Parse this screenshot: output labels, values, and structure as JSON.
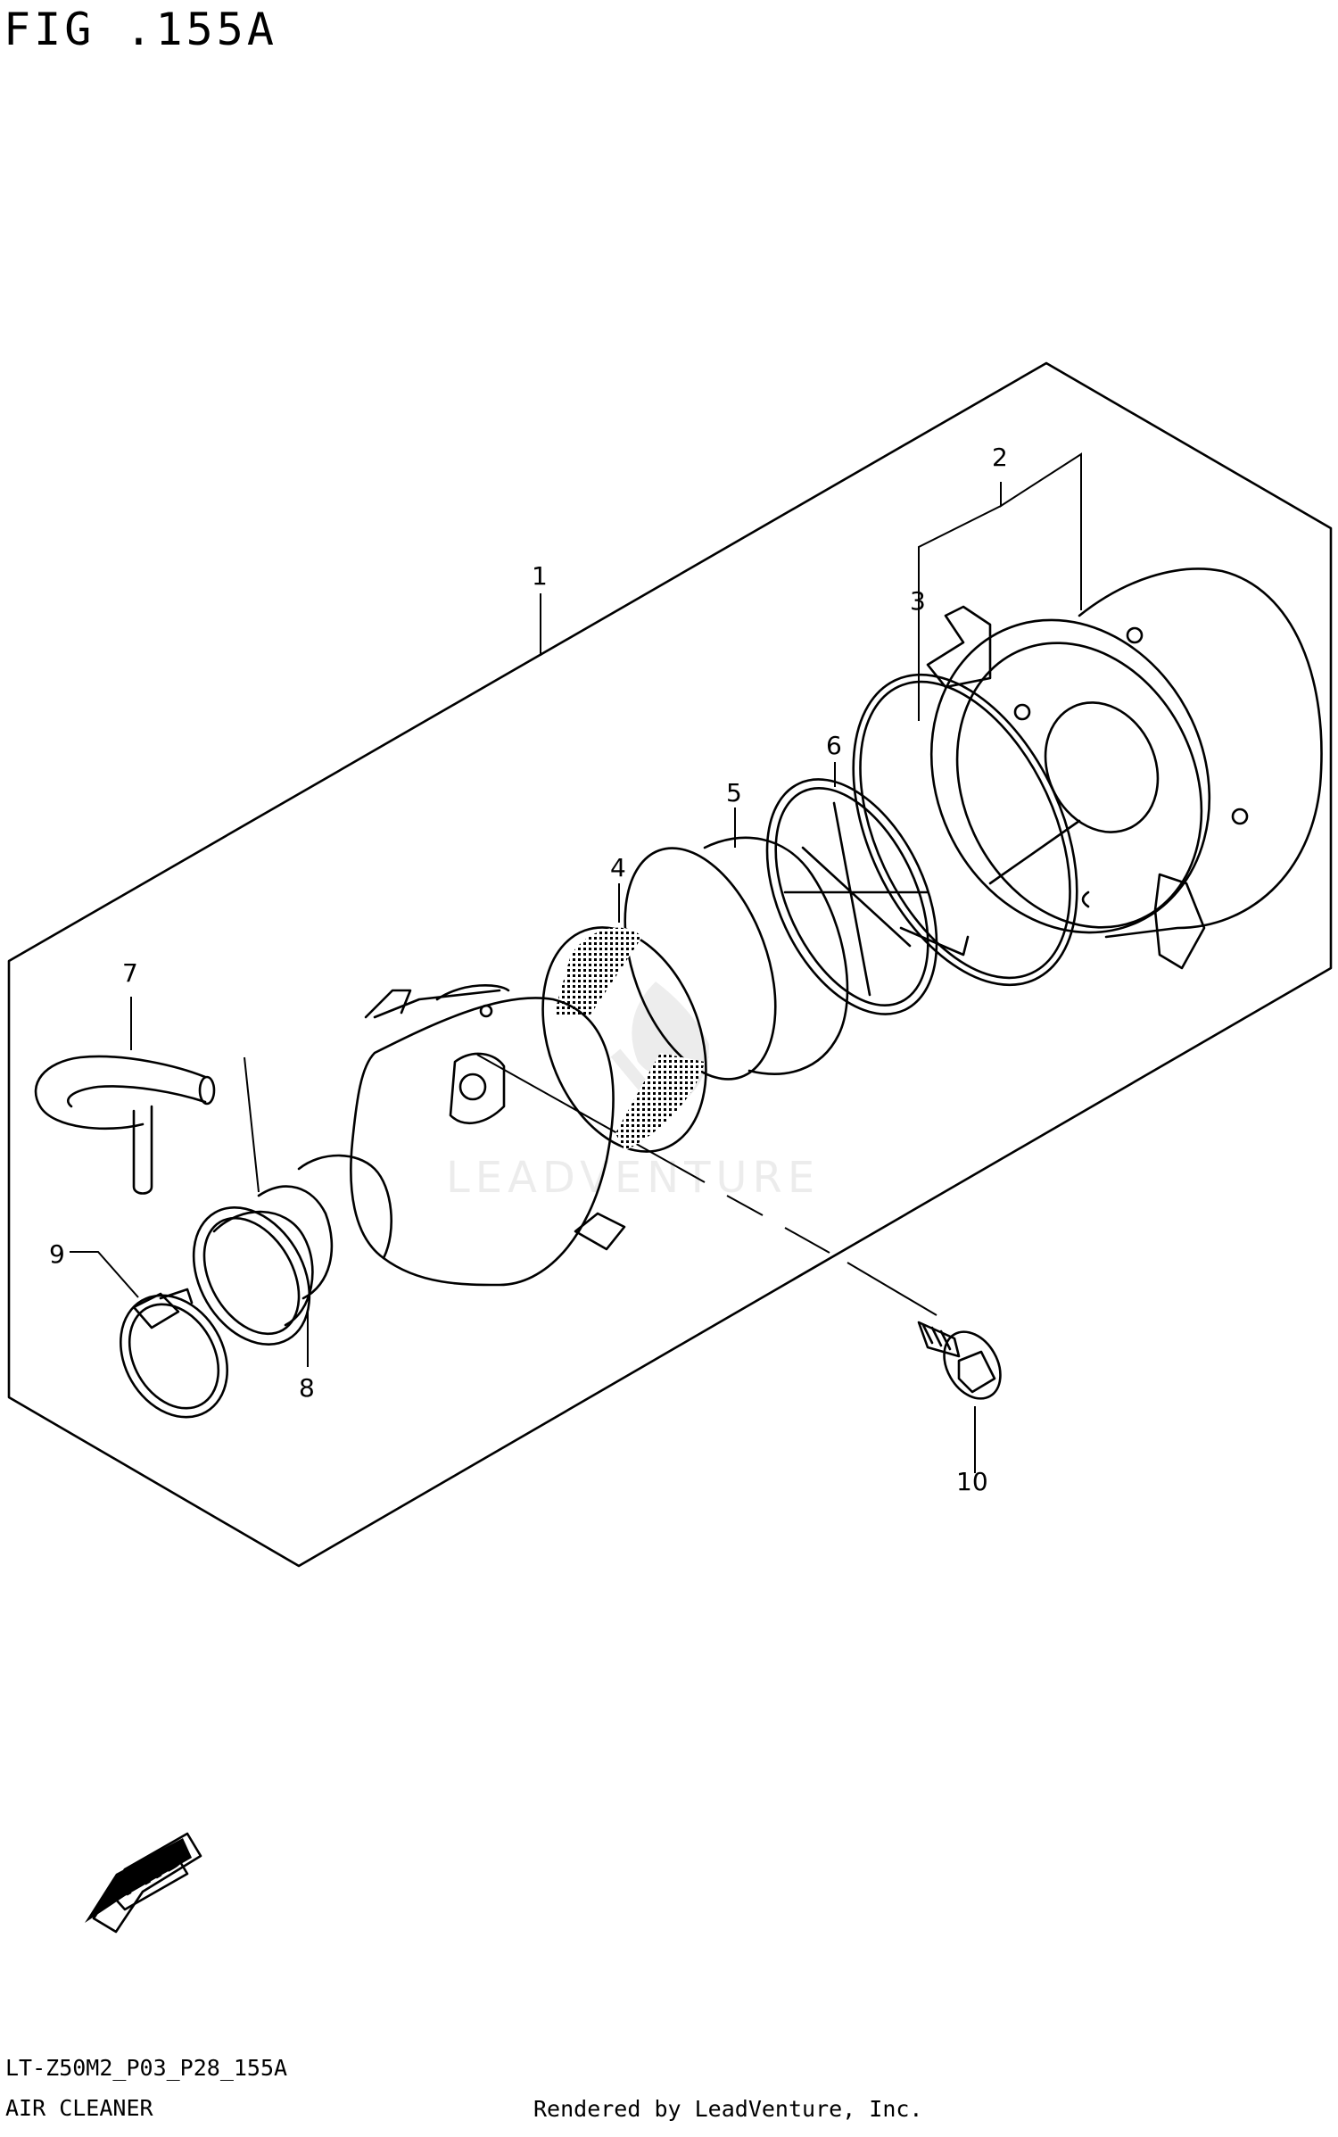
{
  "figure": {
    "title": "FIG .155A",
    "model_code": "LT-Z50M2_P03_P28_155A",
    "section_name": "AIR CLEANER",
    "render_credit": "Rendered by LeadVenture, Inc.",
    "watermark": "LEADVENTURE",
    "fwd_label": "FWD"
  },
  "callouts": [
    "1",
    "2",
    "3",
    "4",
    "5",
    "6",
    "7",
    "8",
    "9",
    "10"
  ],
  "colors": {
    "line": "#000000",
    "background": "#ffffff"
  }
}
